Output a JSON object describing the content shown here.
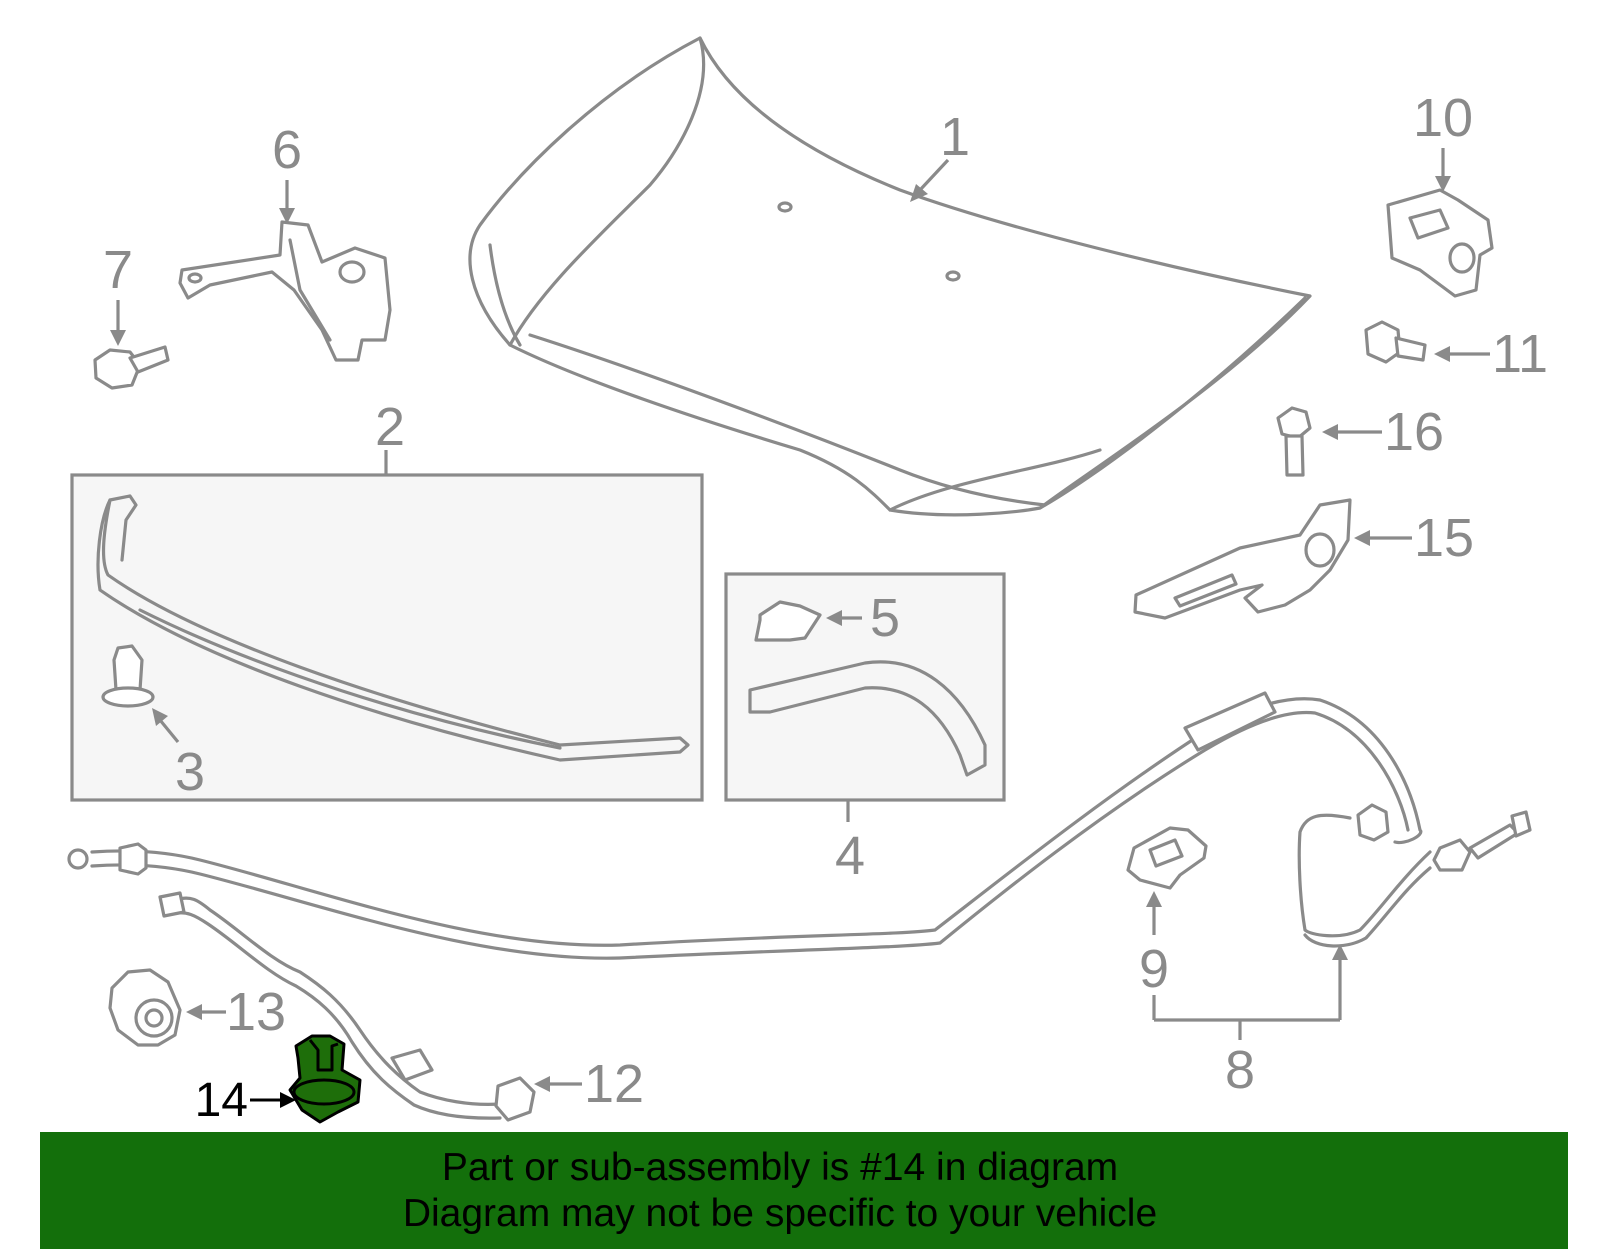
{
  "callouts": [
    "1",
    "2",
    "3",
    "4",
    "5",
    "6",
    "7",
    "8",
    "9",
    "10",
    "11",
    "12",
    "13",
    "14",
    "15",
    "16"
  ],
  "highlighted_part": "14",
  "colors": {
    "line": "#8a8a8a",
    "highlight": "#1e6e0a",
    "banner": "#136f0b"
  },
  "banner": {
    "line1": "Part or sub-assembly is #14 in diagram",
    "line2": "Diagram may not be specific to your vehicle"
  }
}
